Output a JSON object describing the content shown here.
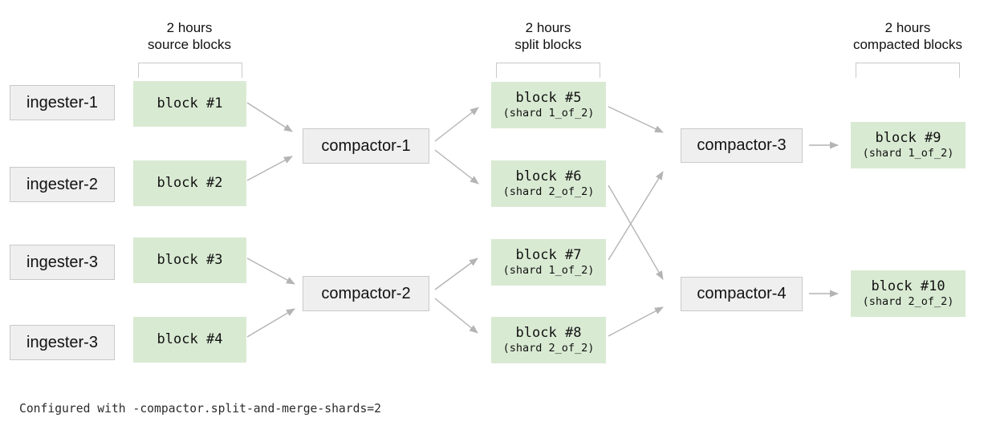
{
  "headers": {
    "source": {
      "line1": "2 hours",
      "line2": "source blocks"
    },
    "split": {
      "line1": "2 hours",
      "line2": "split blocks"
    },
    "compacted": {
      "line1": "2 hours",
      "line2": "compacted blocks"
    }
  },
  "ingesters": [
    {
      "label": "ingester-1"
    },
    {
      "label": "ingester-2"
    },
    {
      "label": "ingester-3"
    },
    {
      "label": "ingester-3"
    }
  ],
  "source_blocks": [
    {
      "label": "block #1"
    },
    {
      "label": "block #2"
    },
    {
      "label": "block #3"
    },
    {
      "label": "block #4"
    }
  ],
  "stage1_compactors": [
    {
      "label": "compactor-1"
    },
    {
      "label": "compactor-2"
    }
  ],
  "split_blocks": [
    {
      "label": "block #5",
      "shard": "(shard 1_of_2)"
    },
    {
      "label": "block #6",
      "shard": "(shard 2_of_2)"
    },
    {
      "label": "block #7",
      "shard": "(shard 1_of_2)"
    },
    {
      "label": "block #8",
      "shard": "(shard 2_of_2)"
    }
  ],
  "stage2_compactors": [
    {
      "label": "compactor-3"
    },
    {
      "label": "compactor-4"
    }
  ],
  "compacted_blocks": [
    {
      "label": "block #9",
      "shard": "(shard 1_of_2)"
    },
    {
      "label": "block #10",
      "shard": "(shard 2_of_2)"
    }
  ],
  "caption": "Configured with -compactor.split-and-merge-shards=2",
  "edges": [
    {
      "from": "block #1",
      "to": "compactor-1"
    },
    {
      "from": "block #2",
      "to": "compactor-1"
    },
    {
      "from": "block #3",
      "to": "compactor-2"
    },
    {
      "from": "block #4",
      "to": "compactor-2"
    },
    {
      "from": "compactor-1",
      "to": "block #5"
    },
    {
      "from": "compactor-1",
      "to": "block #6"
    },
    {
      "from": "compactor-2",
      "to": "block #7"
    },
    {
      "from": "compactor-2",
      "to": "block #8"
    },
    {
      "from": "block #5",
      "to": "compactor-3"
    },
    {
      "from": "block #6",
      "to": "compactor-4"
    },
    {
      "from": "block #7",
      "to": "compactor-3"
    },
    {
      "from": "block #8",
      "to": "compactor-4"
    },
    {
      "from": "compactor-3",
      "to": "block #9"
    },
    {
      "from": "compactor-4",
      "to": "block #10"
    }
  ],
  "colors": {
    "block_fill": "#d9ead3",
    "box_fill": "#efefef",
    "box_border": "#c9c9c9",
    "bracket_border": "#c9c9c9",
    "arrow": "#b4b4b4",
    "text": "#111111",
    "background": "#ffffff"
  }
}
